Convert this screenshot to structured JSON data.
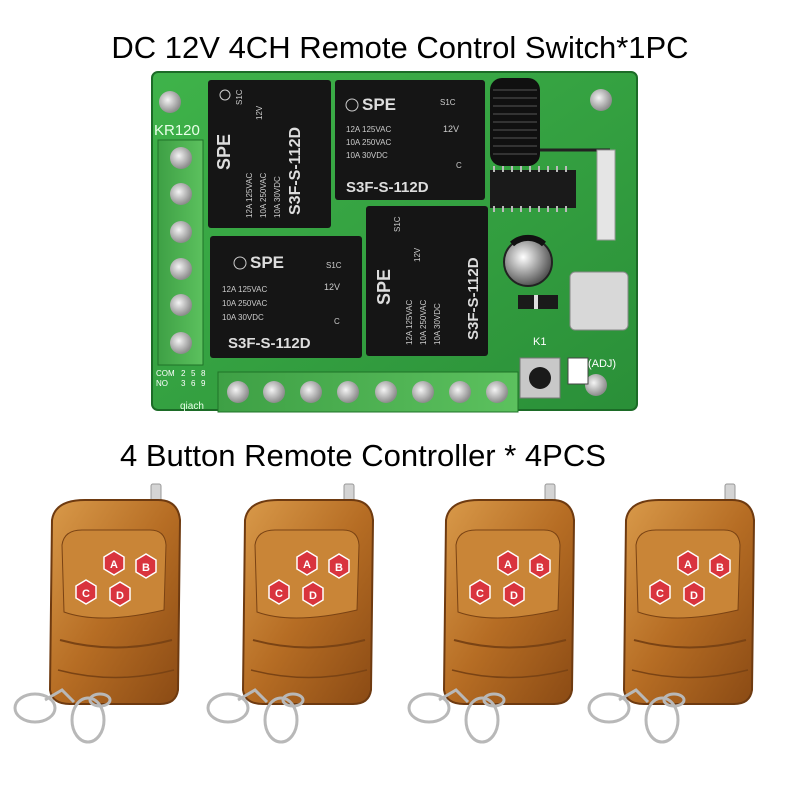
{
  "header": {
    "title": "DC 12V 4CH Remote Control Switch*1PC"
  },
  "subheader": {
    "title": "4 Button Remote Controller * 4PCS"
  },
  "board": {
    "label": "KR120",
    "bottom_label": "qiach",
    "relay_brand": "SPE",
    "relay_series": "S1C",
    "relay_model": "S3F-S-112D",
    "relay_voltage": "12V",
    "relay_ratings": [
      "12A 125VAC",
      "10A 250VAC",
      "10A 30VDC"
    ],
    "relay_contact": "C",
    "adj_label": "R(ADJ)",
    "k1_label": "K1",
    "com_table": {
      "row1": [
        "COM",
        "2",
        "5",
        "8"
      ],
      "row2": [
        "NO",
        "3",
        "6",
        "9"
      ]
    }
  },
  "remote": {
    "buttons": [
      "A",
      "B",
      "C",
      "D"
    ]
  }
}
